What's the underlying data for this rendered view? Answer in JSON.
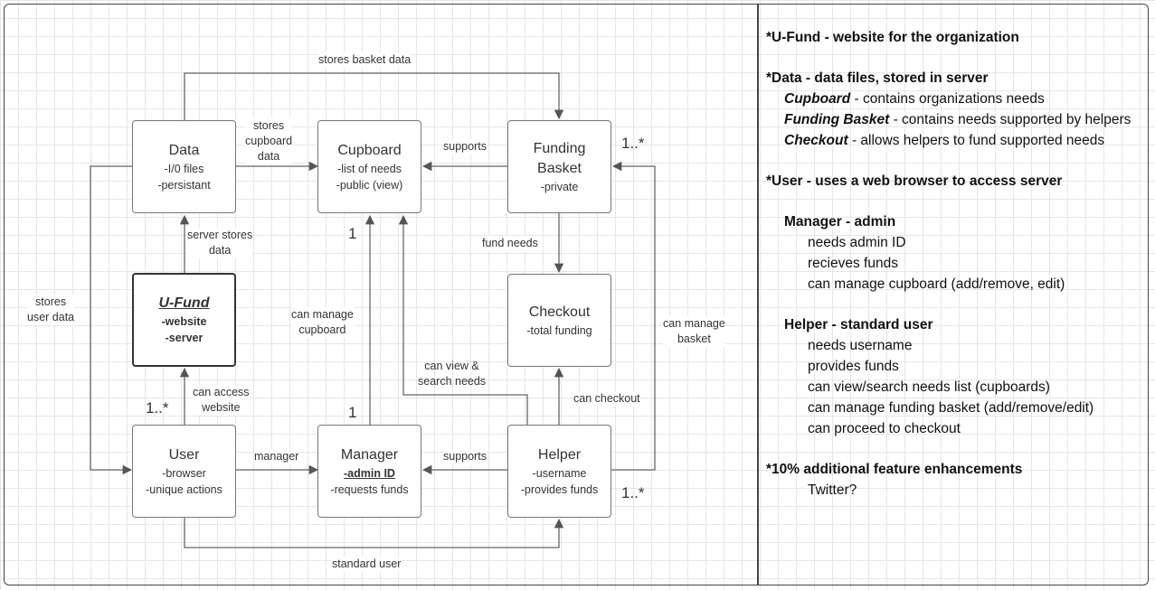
{
  "nodes": {
    "data": {
      "title": "Data",
      "lines": [
        "-I/0 files",
        "-persistant"
      ]
    },
    "cupboard": {
      "title": "Cupboard",
      "lines": [
        "-list of needs",
        "-public (view)"
      ]
    },
    "funding": {
      "title_1": "Funding",
      "title_2": "Basket",
      "lines": [
        "-private"
      ]
    },
    "ufund": {
      "title": "U-Fund",
      "lines": [
        "-website",
        "-server"
      ]
    },
    "checkout": {
      "title": "Checkout",
      "lines": [
        "-total funding"
      ]
    },
    "user": {
      "title": "User",
      "lines": [
        "-browser",
        "-unique actions"
      ]
    },
    "manager": {
      "title": "Manager",
      "lines": [
        "-admin ID",
        "-requests funds"
      ]
    },
    "helper": {
      "title": "Helper",
      "lines": [
        "-username",
        "-provides funds"
      ]
    }
  },
  "edges": {
    "stores_basket": "stores basket data",
    "stores_cupboard": [
      "stores",
      "cupboard",
      "data"
    ],
    "supports_top": "supports",
    "server_stores": [
      "server stores",
      "data"
    ],
    "fund_needs": "fund needs",
    "stores_user": [
      "stores",
      "user data"
    ],
    "can_manage_cupboard": [
      "can manage",
      "cupboard"
    ],
    "can_manage_basket": [
      "can manage",
      "basket"
    ],
    "can_view": [
      "can view &",
      "search needs"
    ],
    "can_access": [
      "can access",
      "website"
    ],
    "can_checkout": "can checkout",
    "manager": "manager",
    "supports_bottom": "supports",
    "standard_user": "standard user"
  },
  "multiplicity": {
    "funding": "1..*",
    "cupboard": "1",
    "user": "1..*",
    "manager": "1",
    "helper": "1..*"
  },
  "notes": {
    "ufund": "*U-Fund - website for the organization",
    "data_heading": "*Data - data files, stored in server",
    "cupboard_term": "Cupboard",
    "cupboard_desc": " - contains organizations needs",
    "basket_term": "Funding Basket",
    "basket_desc": " - contains needs supported by helpers",
    "checkout_term": "Checkout",
    "checkout_desc": " - allows helpers to fund supported needs",
    "user_heading": "*User - uses a web browser to access server",
    "manager_heading": "Manager - admin",
    "manager_items": [
      "needs admin ID",
      "recieves funds",
      "can manage cupboard (add/remove, edit)"
    ],
    "helper_heading": "Helper - standard user",
    "helper_items": [
      "needs username",
      "provides funds",
      "can view/search needs list (cupboards)",
      "can manage funding basket (add/remove/edit)",
      "can proceed to checkout"
    ],
    "enh_heading": "*10% additional feature enhancements",
    "enh_items": [
      "Twitter?"
    ]
  },
  "colors": {
    "line": "#666666",
    "border": "#444444"
  }
}
